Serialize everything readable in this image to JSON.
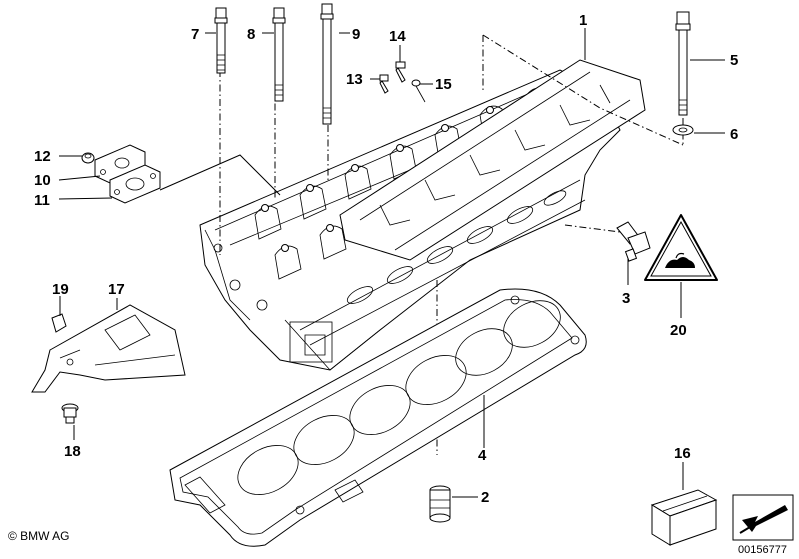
{
  "parts": {
    "p1": "1",
    "p2": "2",
    "p3": "3",
    "p4": "4",
    "p5": "5",
    "p6": "6",
    "p7": "7",
    "p8": "8",
    "p9": "9",
    "p10": "10",
    "p11": "11",
    "p12": "12",
    "p13": "13",
    "p14": "14",
    "p15": "15",
    "p16": "16",
    "p17": "17",
    "p18": "18",
    "p19": "19",
    "p20": "20"
  },
  "footer": {
    "copyright": "© BMW AG",
    "document_id": "00156777"
  },
  "icons": {
    "warning": "hot-surface-warning-icon",
    "navigate": "arrow-next-icon"
  }
}
